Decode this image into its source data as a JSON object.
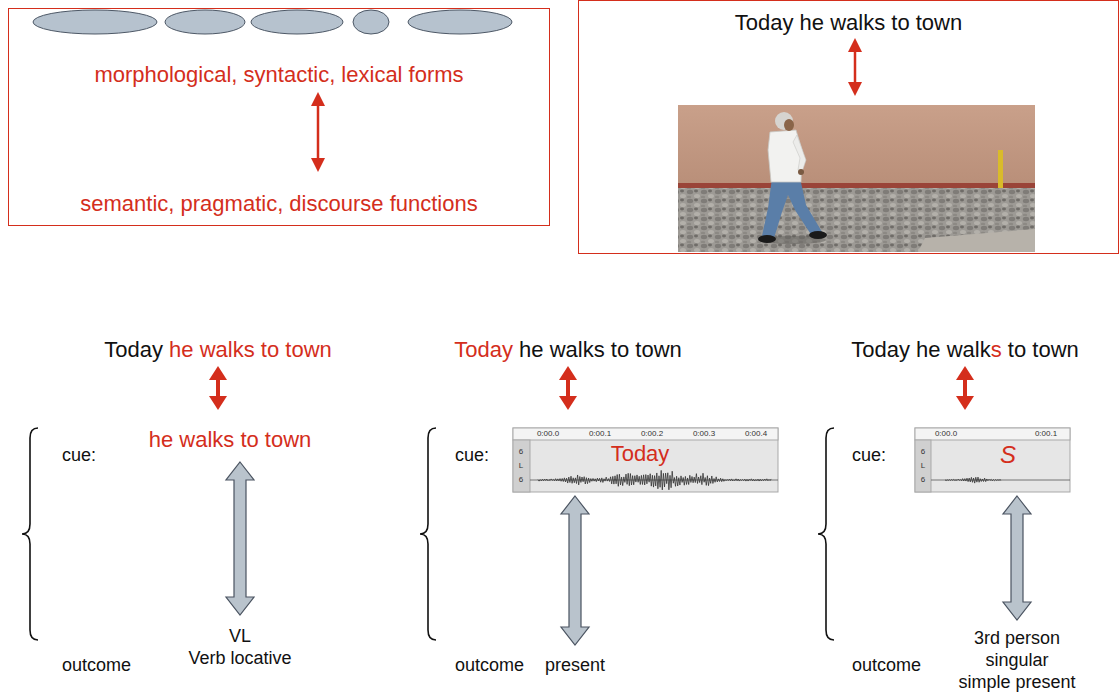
{
  "diagram": {
    "nodes": [
      {
        "text": [
          "morphological, syntactic, lexical forms",
          "semantic, pragmatic, discourse functions"
        ]
      },
      {
        "text": [
          "Today he walks to town"
        ]
      }
    ],
    "labels": [
      "Today",
      "he walks to town",
      "Today",
      "he walks to town",
      "Today he walk",
      "s",
      "to town",
      "cue:",
      "he walks to town",
      "VL",
      "Verb locative",
      "outcome",
      "cue:",
      "0:00.0",
      "0:00.1",
      "0:00.2",
      "0:00.3",
      "0:00.4",
      "6",
      "L",
      "6",
      "Today",
      "present",
      "outcome",
      "cue:",
      "0:00.0",
      "0:00.1",
      "6",
      "L",
      "6",
      "S",
      "3rd person",
      "singular",
      "simple present",
      "outcome"
    ]
  }
}
